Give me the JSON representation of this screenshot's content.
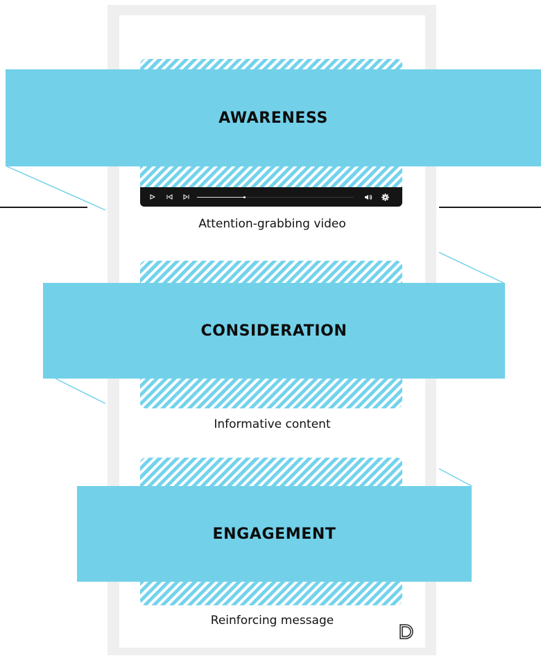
{
  "stages": [
    {
      "title": "AWARENESS",
      "caption": "Attention-grabbing video"
    },
    {
      "title": "CONSIDERATION",
      "caption": "Informative content"
    },
    {
      "title": "ENGAGEMENT",
      "caption": "Reinforcing message"
    }
  ],
  "video_player": {
    "controls": [
      "play-icon",
      "skip-back-icon",
      "skip-forward-icon",
      "volume-icon",
      "settings-icon"
    ],
    "progress": 0.3
  },
  "colors": {
    "banner": "#72d1e9",
    "hatch": "#74d3ec",
    "phone_frame": "#efefef",
    "player_bg": "#151515"
  },
  "icons": {
    "logo": "d-logo-icon"
  }
}
